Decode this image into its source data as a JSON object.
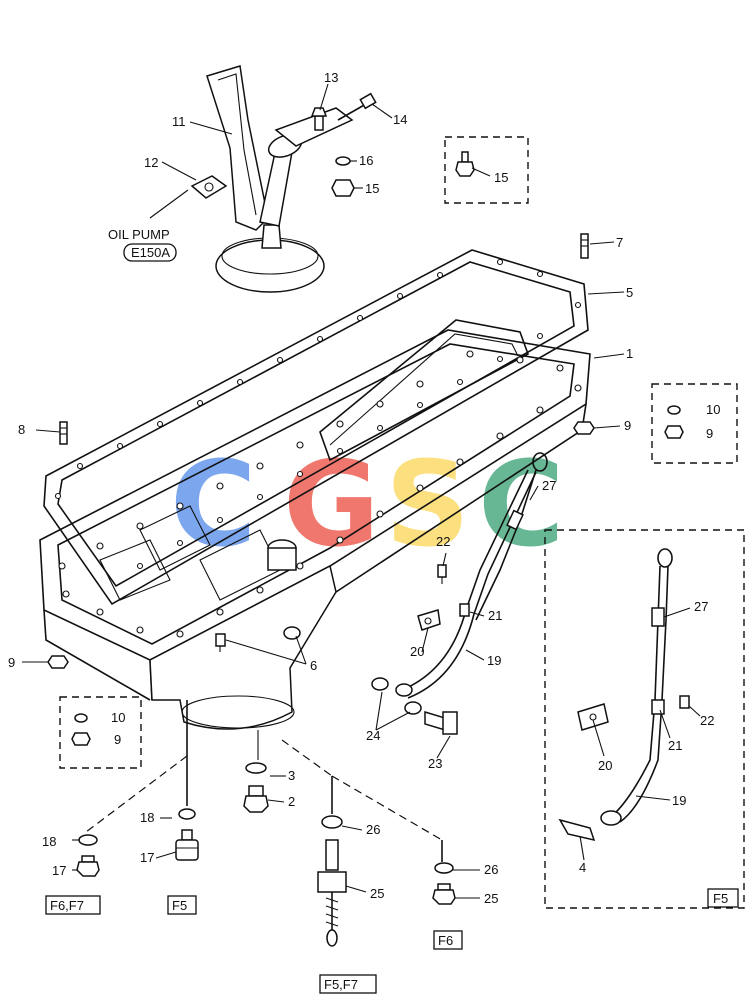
{
  "watermark": {
    "letters": [
      "C",
      "G",
      "S",
      "C"
    ],
    "colors": [
      "#4a86e8",
      "#ea4335",
      "#fbd34d",
      "#2e9b6b"
    ]
  },
  "oil_pump_ref": {
    "text": "OIL PUMP",
    "code": "E150A"
  },
  "callouts": {
    "c1": "1",
    "c2": "2",
    "c3": "3",
    "c4": "4",
    "c5": "5",
    "c6": "6",
    "c7": "7",
    "c8": "8",
    "c9a": "9",
    "c9b": "9",
    "c9c": "9",
    "c9d": "9",
    "c10a": "10",
    "c10b": "10",
    "c11": "11",
    "c12": "12",
    "c13": "13",
    "c14": "14",
    "c15a": "15",
    "c15b": "15",
    "c16": "16",
    "c17a": "17",
    "c17b": "17",
    "c18a": "18",
    "c18b": "18",
    "c19a": "19",
    "c19b": "19",
    "c20a": "20",
    "c20b": "20",
    "c21a": "21",
    "c21b": "21",
    "c22a": "22",
    "c22b": "22",
    "c23": "23",
    "c24": "24",
    "c25a": "25",
    "c25b": "25",
    "c26a": "26",
    "c26b": "26",
    "c27a": "27",
    "c27b": "27"
  },
  "variant_labels": {
    "f6f7": "F6,F7",
    "f5_sensor": "F5",
    "f6_bolt": "F6",
    "f5f7": "F5,F7",
    "f5_box": "F5"
  }
}
